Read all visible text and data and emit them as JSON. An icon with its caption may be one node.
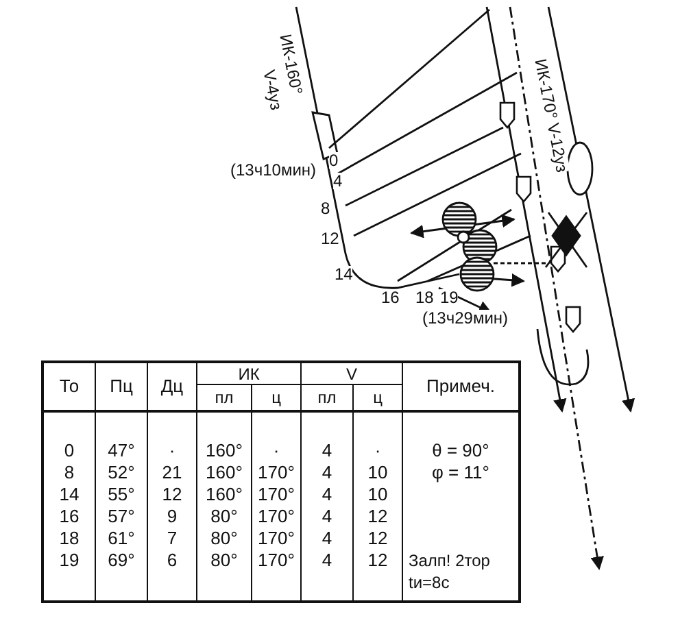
{
  "diagram": {
    "labels": [
      "ИК-160°",
      "V-4уз",
      "ИК-170° V-12уз",
      "(13ч10мин)",
      "0",
      "4",
      "8",
      "12",
      "14",
      "16",
      "18",
      "19",
      "(13ч29мин)",
      "То",
      "Пц",
      "Дц",
      "ИК",
      "V",
      "Примеч.",
      "пл",
      "ц",
      "пл",
      "ц",
      "0",
      "47°",
      "·",
      "160°",
      "·",
      "4",
      "·",
      "8",
      "52°",
      "21",
      "160°",
      "170°",
      "4",
      "10",
      "14",
      "55°",
      "12",
      "160°",
      "170°",
      "4",
      "10",
      "16",
      "57°",
      "9",
      "80°",
      "170°",
      "4",
      "12",
      "18",
      "61°",
      "7",
      "80°",
      "170°",
      "4",
      "12",
      "19",
      "69°",
      "6",
      "80°",
      "170°",
      "4",
      "12",
      "θ = 90°",
      "φ = 11°",
      "Залп! 2тор",
      "tи=8с"
    ]
  }
}
